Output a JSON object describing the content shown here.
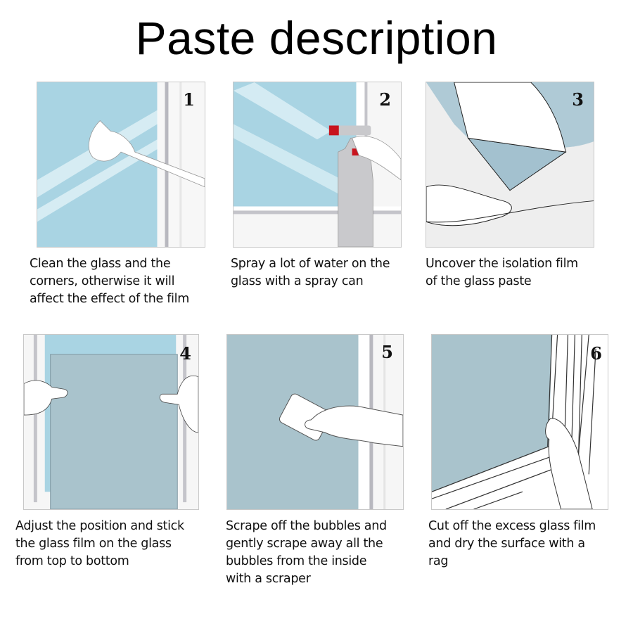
{
  "title": "Paste description",
  "colors": {
    "glass_blue": "#a9d4e3",
    "film_gray_blue": "#a9c3cc",
    "frame_gray": "#b9b9c0",
    "spray_red": "#c8141e",
    "bottle_gray": "#c9c9cc"
  },
  "steps": [
    {
      "number": "1",
      "caption": "Clean the glass and the\ncorners, otherwise it will\naffect the effect of the film",
      "illustration": "hand-wiping-glass-icon"
    },
    {
      "number": "2",
      "caption": "Spray a lot of water on the\nglass with a spray can",
      "illustration": "spray-bottle-icon"
    },
    {
      "number": "3",
      "caption": "Uncover the isolation film\nof the glass paste",
      "illustration": "peeling-film-icon"
    },
    {
      "number": "4",
      "caption": "Adjust the position and stick\nthe glass film on the glass\nfrom top to bottom",
      "illustration": "hands-holding-film-icon"
    },
    {
      "number": "5",
      "caption": "Scrape off the bubbles and\ngently scrape away all the\nbubbles from the inside\nwith a scraper",
      "illustration": "scraper-card-icon"
    },
    {
      "number": "6",
      "caption": "Cut off the excess glass film\nand dry the surface with a\nrag",
      "illustration": "cutting-film-edge-icon"
    }
  ]
}
